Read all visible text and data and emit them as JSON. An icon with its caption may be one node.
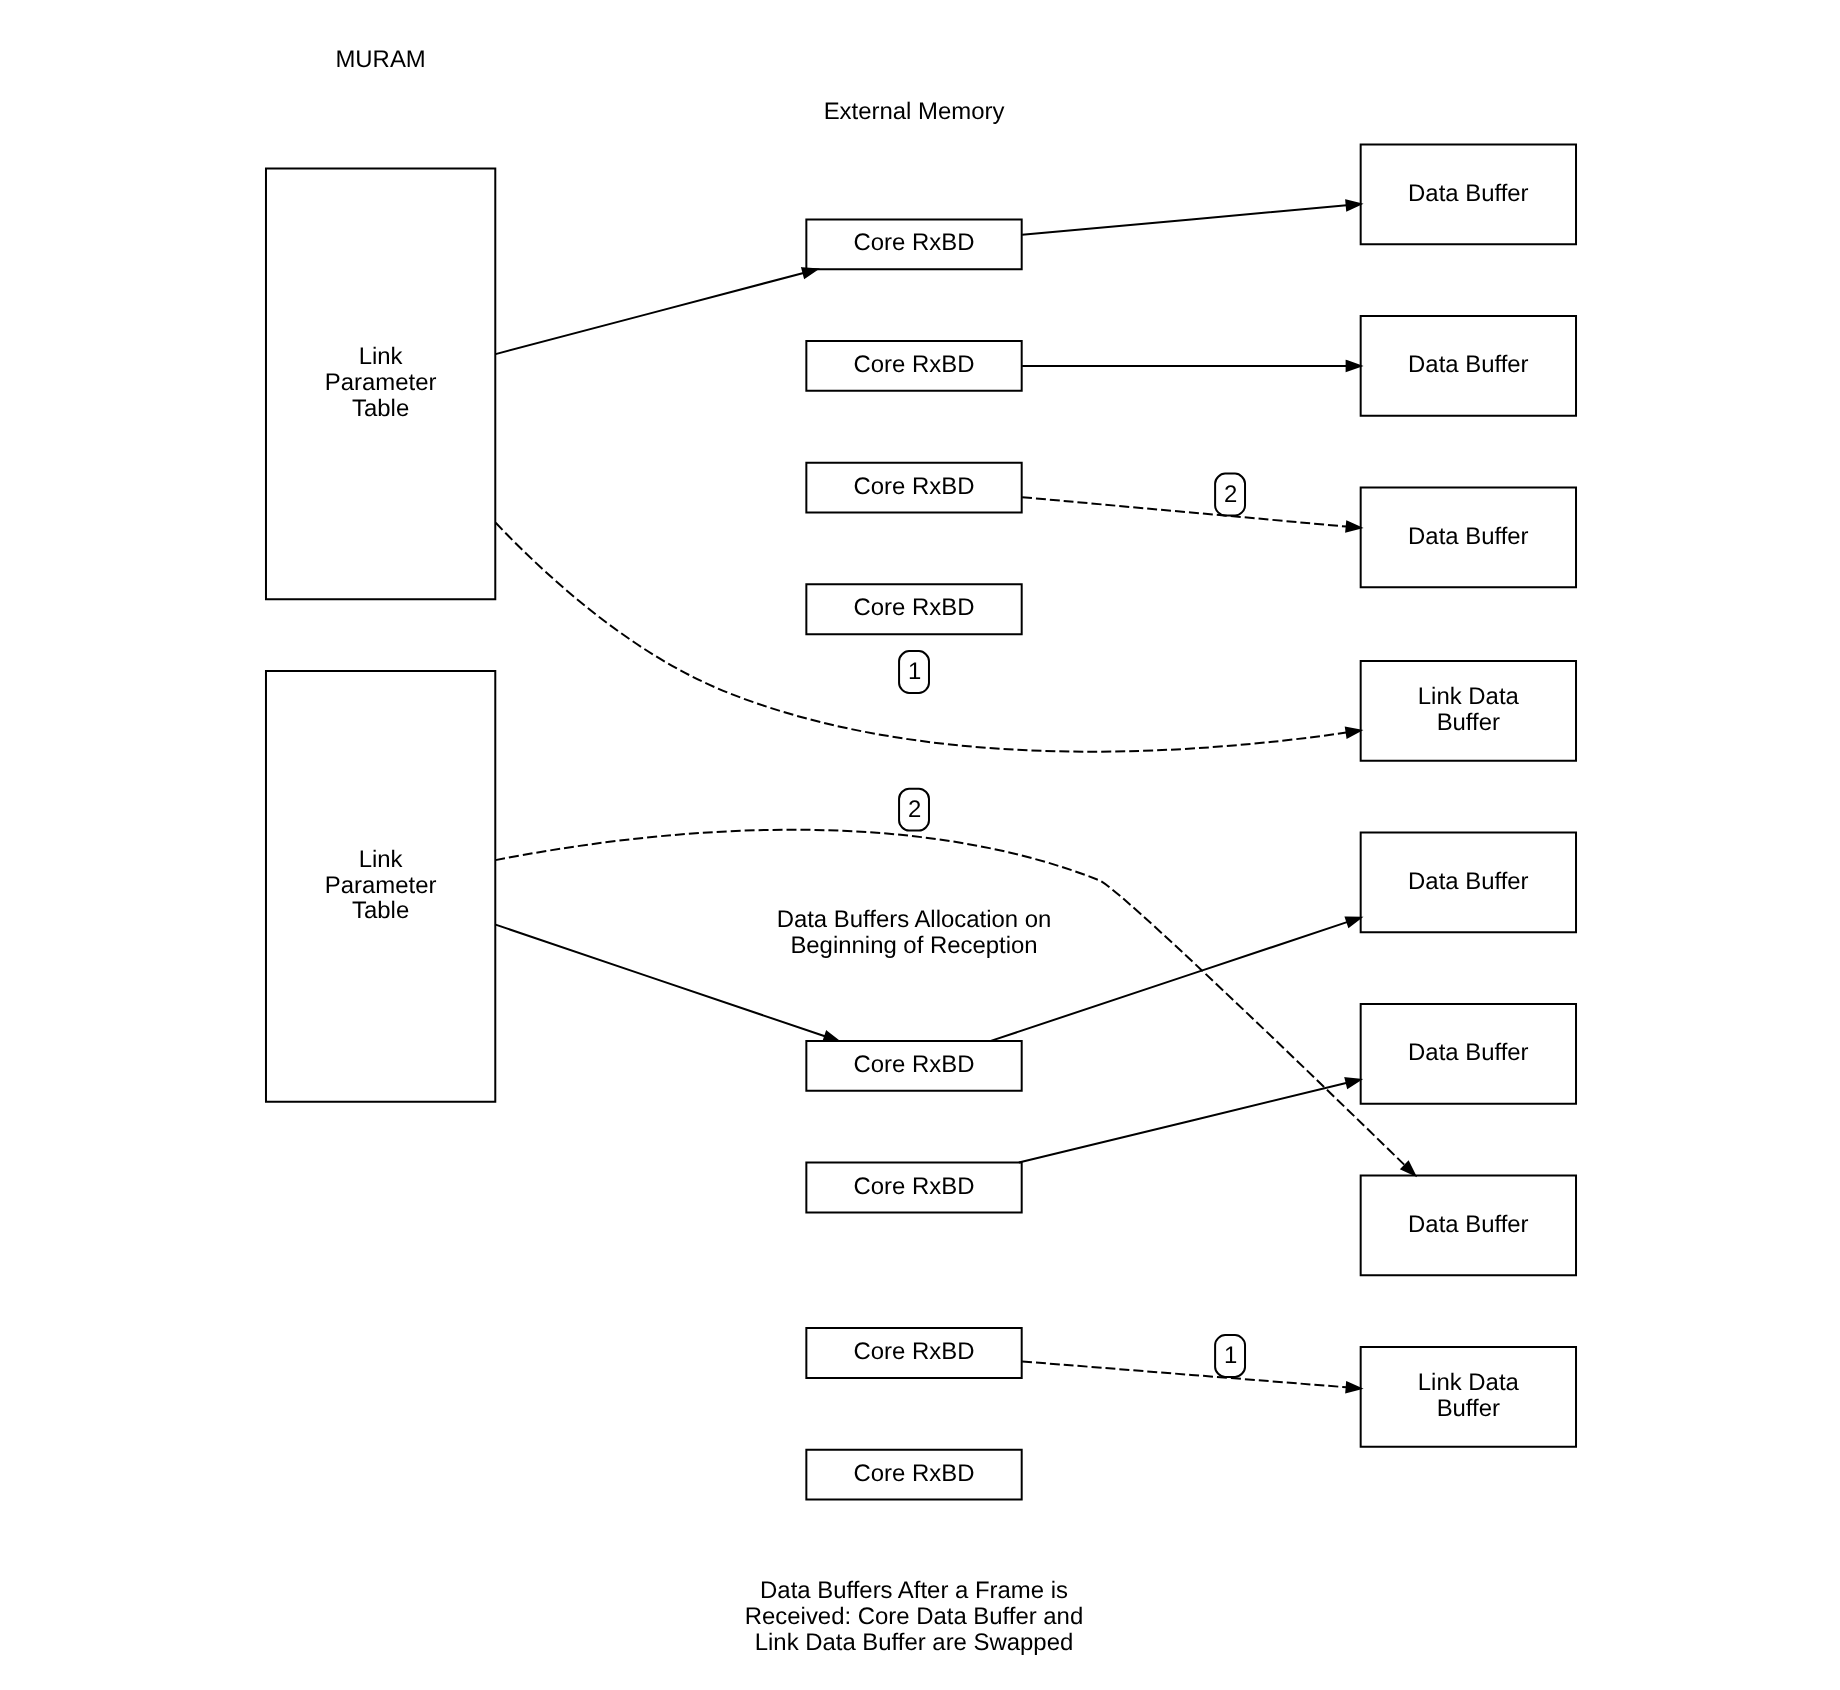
{
  "diagram": {
    "nodes": [
      {
        "text": [
          "Link Parameter Table"
        ]
      },
      {
        "text": [
          "Core RxBD"
        ]
      },
      {
        "text": [
          "Core RxBD"
        ]
      },
      {
        "text": [
          "Core RxBD"
        ]
      },
      {
        "text": [
          "Core RxBD"
        ]
      },
      {
        "text": [
          "Data Buffer"
        ]
      },
      {
        "text": [
          "Data Buffer"
        ]
      },
      {
        "text": [
          "Data Buffer"
        ]
      },
      {
        "text": [
          "Link Data Buffer"
        ]
      },
      {
        "text": [
          "Link Parameter Table"
        ]
      },
      {
        "text": [
          "Core RxBD"
        ]
      },
      {
        "text": [
          "Core RxBD"
        ]
      },
      {
        "text": [
          "Core RxBD"
        ]
      },
      {
        "text": [
          "Core RxBD"
        ]
      },
      {
        "text": [
          "Data Buffer"
        ]
      },
      {
        "text": [
          "Data Buffer"
        ]
      },
      {
        "text": [
          "Data Buffer"
        ]
      },
      {
        "text": [
          "Link Data Buffer"
        ]
      }
    ],
    "edges": [
      {
        "from": 0,
        "to": 1,
        "arrow": "to"
      },
      {
        "from": 1,
        "to": 5,
        "arrow": "to"
      },
      {
        "from": 2,
        "to": 6,
        "arrow": "to"
      },
      {
        "from": 3,
        "to": 7,
        "arrow": "to",
        "label": "2",
        "style": "dashed"
      },
      {
        "from": 0,
        "to": 8,
        "arrow": "to",
        "label": "1",
        "style": "dashed"
      },
      {
        "from": 9,
        "to": 10,
        "arrow": "to"
      },
      {
        "from": 10,
        "to": 14,
        "arrow": "to"
      },
      {
        "from": 11,
        "to": 15,
        "arrow": "to"
      },
      {
        "from": 12,
        "to": 17,
        "arrow": "to",
        "label": "1",
        "style": "dashed"
      },
      {
        "from": 9,
        "to": 16,
        "arrow": "to",
        "label": "2",
        "style": "dashed"
      }
    ],
    "labels": [
      "MURAM",
      "External Memory",
      "Data Buffers Allocation on Beginning of Reception",
      "Data Buffers After a Frame is Received: Core Data Buffer and Link Data Buffer are Swapped"
    ]
  }
}
